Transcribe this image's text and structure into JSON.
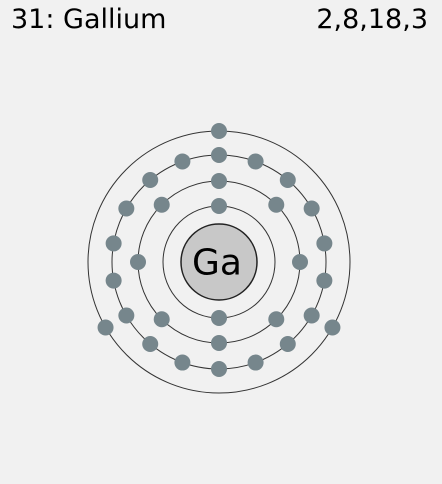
{
  "element": {
    "number": "31",
    "name": "Gallium",
    "label": "31: Gallium",
    "symbol": "Ga",
    "configuration": "2,8,18,3"
  },
  "shells": [
    {
      "shell": 1,
      "electrons": 2
    },
    {
      "shell": 2,
      "electrons": 8
    },
    {
      "shell": 3,
      "electrons": 18
    },
    {
      "shell": 4,
      "electrons": 3
    }
  ],
  "colors": {
    "background": "#f1f1f1",
    "nucleus_fill": "#c8c8c8",
    "electron_fill": "#76868c",
    "orbit_stroke": "#333333"
  }
}
